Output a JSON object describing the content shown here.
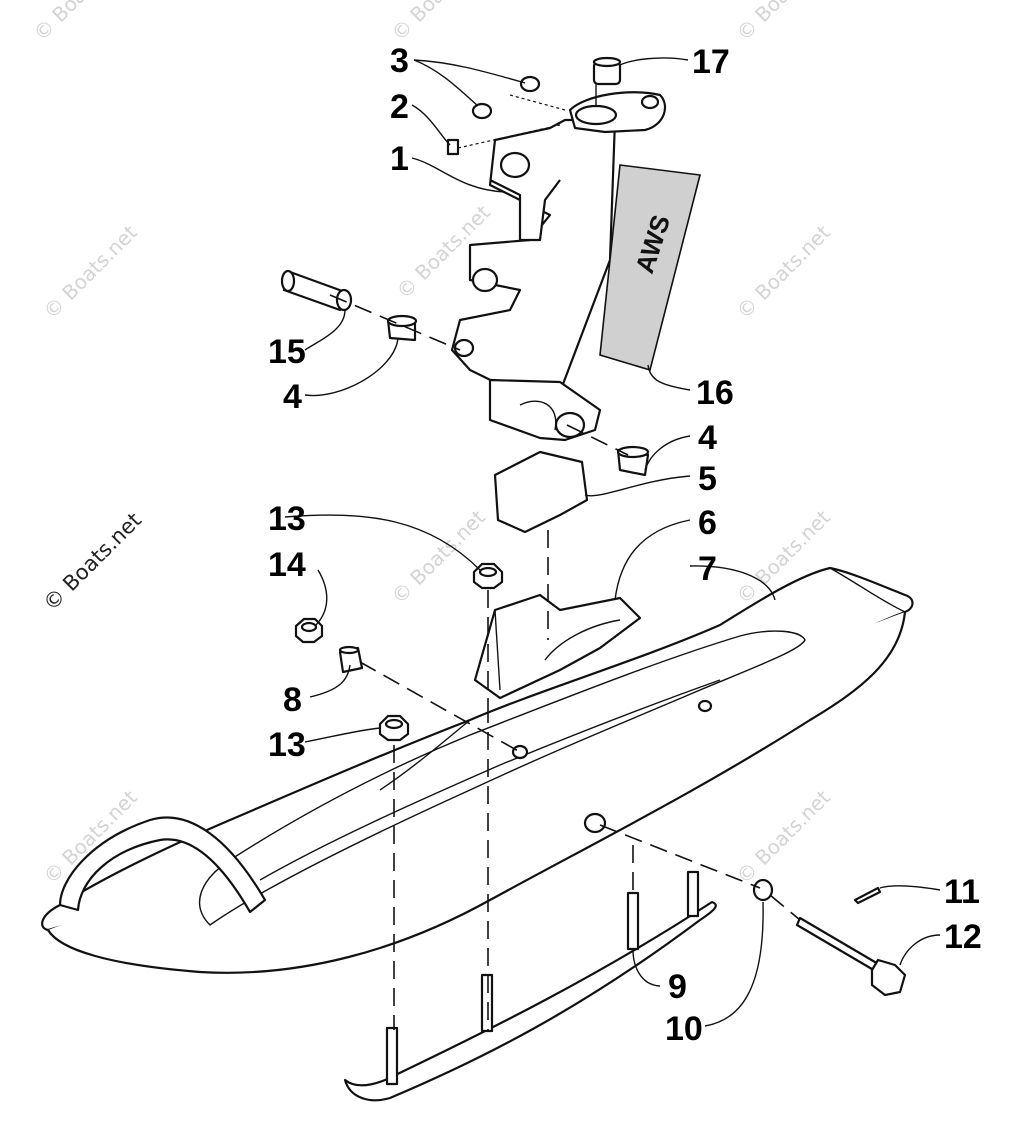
{
  "diagram": {
    "watermark_text": "© Boats.net",
    "side_watermark": "© Boats.net",
    "decal_text": "AWS",
    "callouts": [
      "1",
      "2",
      "3",
      "4",
      "4",
      "5",
      "6",
      "7",
      "8",
      "9",
      "10",
      "11",
      "12",
      "13",
      "13",
      "14",
      "15",
      "16",
      "17"
    ]
  }
}
